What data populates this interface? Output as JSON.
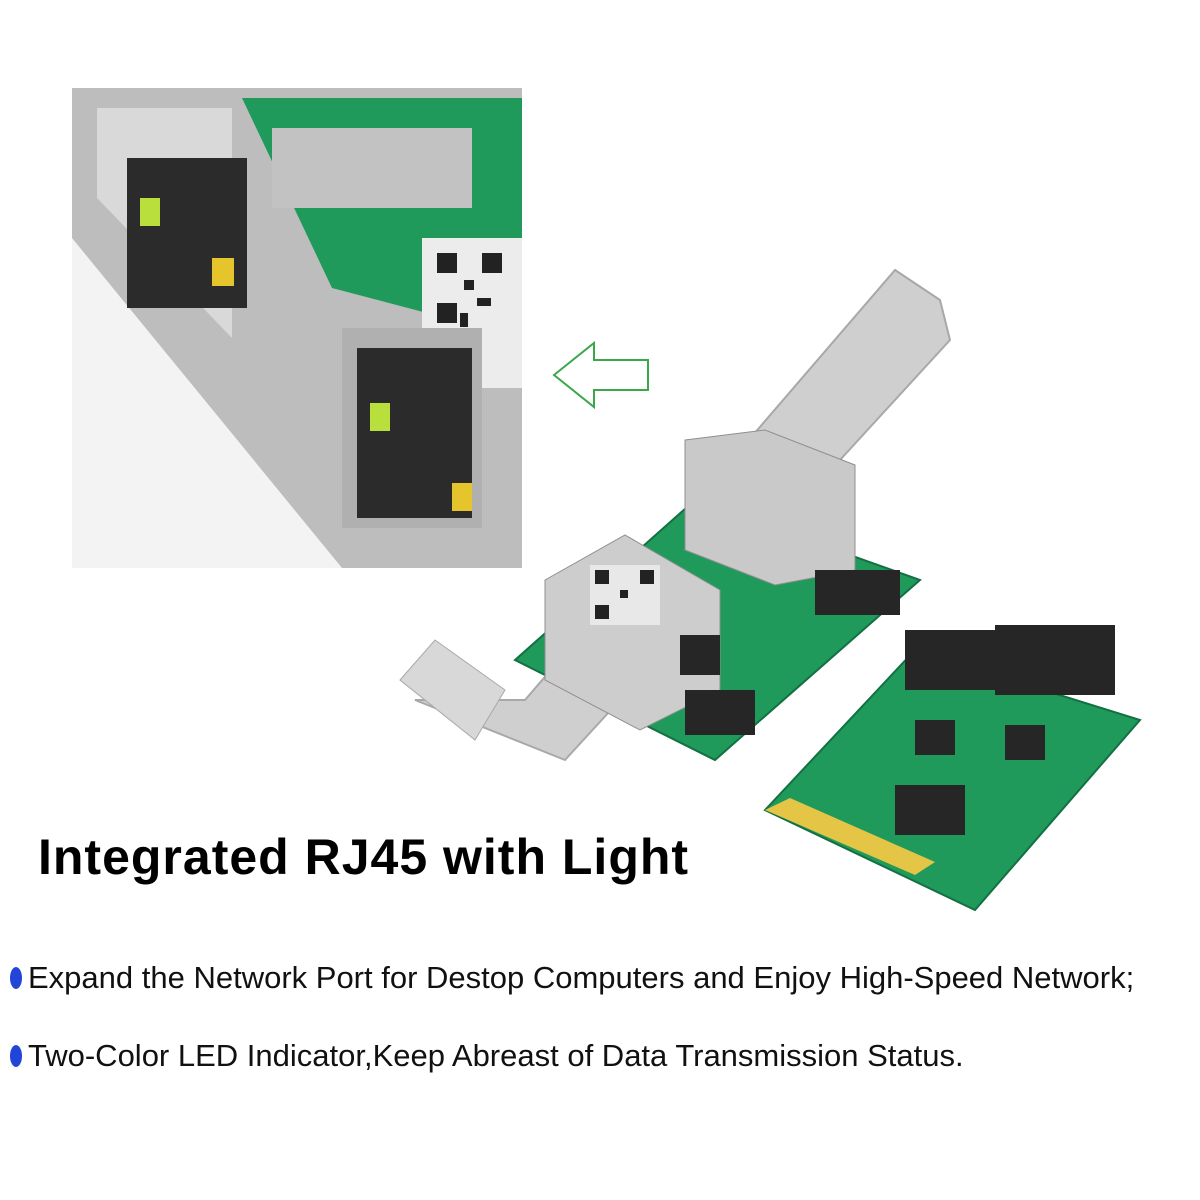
{
  "headline": "Integrated RJ45 with Light",
  "features": [
    "Expand the Network Port for Destop Computers and Enjoy High-Speed Network;",
    "Two-Color LED Indicator,Keep Abreast of Data Transmission Status."
  ],
  "colors": {
    "bullet": "#2244d8",
    "arrow": "#3aa84a",
    "pcb": "#1f9a5a",
    "metal": "#c9c9c9"
  },
  "icons": [
    "left-arrow-icon",
    "bullet-dot-icon"
  ]
}
